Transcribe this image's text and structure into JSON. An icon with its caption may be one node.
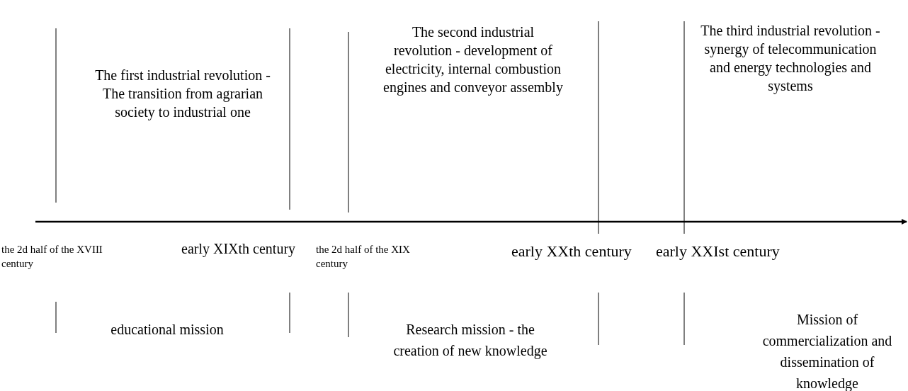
{
  "diagram": {
    "labels": [
      "The first industrial revolution - The transition from agrarian society to industrial one",
      "The second industrial revolution - development of electricity, internal combustion engines and conveyor assembly",
      "The third industrial revolution - synergy of telecommunication and energy technologies and systems",
      "the 2d half of the XVIII century",
      "early XIXth century",
      "the 2d half of the XIX century",
      "early XXth century",
      "early XXIst century",
      "educational mission",
      "Research mission - the creation of new knowledge",
      "Mission of commercialization and dissemination of knowledge"
    ]
  }
}
